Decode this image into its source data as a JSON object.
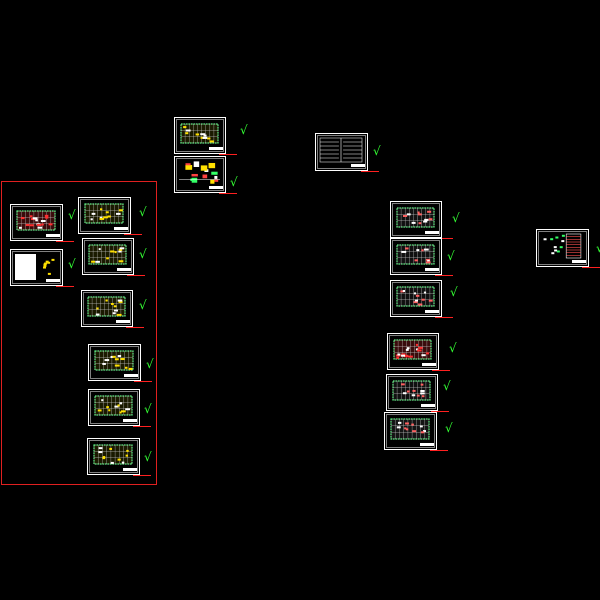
{
  "canvas": {
    "background": "#000000",
    "sheet_frame_color": "#ffffff",
    "underline_color": "#ff2020",
    "check_color": "#33ff33",
    "group_frame_color": "#e02020",
    "check_mark": "√"
  },
  "sheets": [
    {
      "id": "s-left-1",
      "kind": "plan-red"
    },
    {
      "id": "s-left-2",
      "kind": "notes-yellow"
    },
    {
      "id": "s-left-3",
      "kind": "plan"
    },
    {
      "id": "s-left-4",
      "kind": "plan"
    },
    {
      "id": "s-left-5",
      "kind": "plan"
    },
    {
      "id": "s-left-6",
      "kind": "plan"
    },
    {
      "id": "s-left-7",
      "kind": "plan"
    },
    {
      "id": "s-left-8",
      "kind": "plan"
    },
    {
      "id": "s-mid-1",
      "kind": "plan"
    },
    {
      "id": "s-mid-2",
      "kind": "details"
    },
    {
      "id": "s-center",
      "kind": "table-sheet"
    },
    {
      "id": "s-right-1",
      "kind": "plan-dark"
    },
    {
      "id": "s-right-2",
      "kind": "plan-dark"
    },
    {
      "id": "s-right-3",
      "kind": "plan-dark"
    },
    {
      "id": "s-right-4",
      "kind": "plan-red"
    },
    {
      "id": "s-right-5",
      "kind": "plan-dark"
    },
    {
      "id": "s-right-6",
      "kind": "plan-grey"
    },
    {
      "id": "s-far-right",
      "kind": "elevation"
    }
  ]
}
